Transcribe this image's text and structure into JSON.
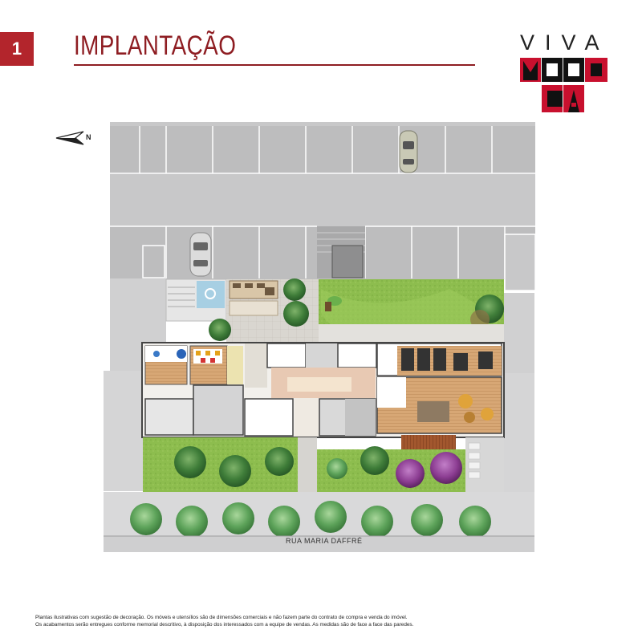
{
  "header": {
    "number": "1",
    "title": "IMPLANTAÇÃO"
  },
  "logo": {
    "top_word": "VIVA",
    "bottom_word": "MOOCA",
    "accent_color": "#c8102e"
  },
  "plan": {
    "street_name": "RUA MARIA DAFFRÉ",
    "north_label": "N"
  },
  "footer": {
    "disclaimer_line_1": "Plantas ilustrativas com sugestão de decoração. Os móveis e utensílios são de dimensões comerciais e não fazem parte do contrato de compra e venda do imóvel.",
    "disclaimer_line_2": "Os acabamentos serão entregues conforme memorial descritivo, à disposição dos interessados com a equipe de vendas. As medidas são de face a face das paredes."
  },
  "colors": {
    "brand_red": "#b3252c",
    "title_red": "#8e1d22",
    "pavement": "#c8c8c9",
    "lawn": "#8dbd4e"
  }
}
